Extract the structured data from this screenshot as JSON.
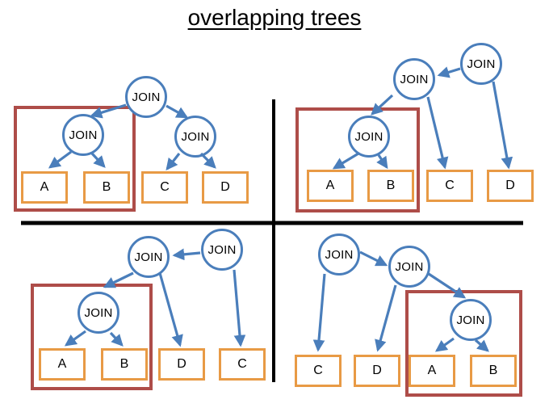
{
  "title": "overlapping trees",
  "colors": {
    "tree_edge": "#4a7ebb",
    "join_node": "#4a7ebb",
    "leaf_box": "#e89a45",
    "group_box": "#ae4d49",
    "divider": "#000000"
  },
  "quadrants": [
    {
      "position": "top-left",
      "joins": [
        "JOIN",
        "JOIN",
        "JOIN"
      ],
      "leaves": [
        "A",
        "B",
        "C",
        "D"
      ]
    },
    {
      "position": "top-right",
      "joins": [
        "JOIN",
        "JOIN",
        "JOIN"
      ],
      "leaves": [
        "A",
        "B",
        "C",
        "D"
      ]
    },
    {
      "position": "bottom-left",
      "joins": [
        "JOIN",
        "JOIN",
        "JOIN"
      ],
      "leaves": [
        "A",
        "B",
        "D",
        "C"
      ]
    },
    {
      "position": "bottom-right",
      "joins": [
        "JOIN",
        "JOIN",
        "JOIN"
      ],
      "leaves": [
        "C",
        "D",
        "A",
        "B"
      ]
    }
  ]
}
